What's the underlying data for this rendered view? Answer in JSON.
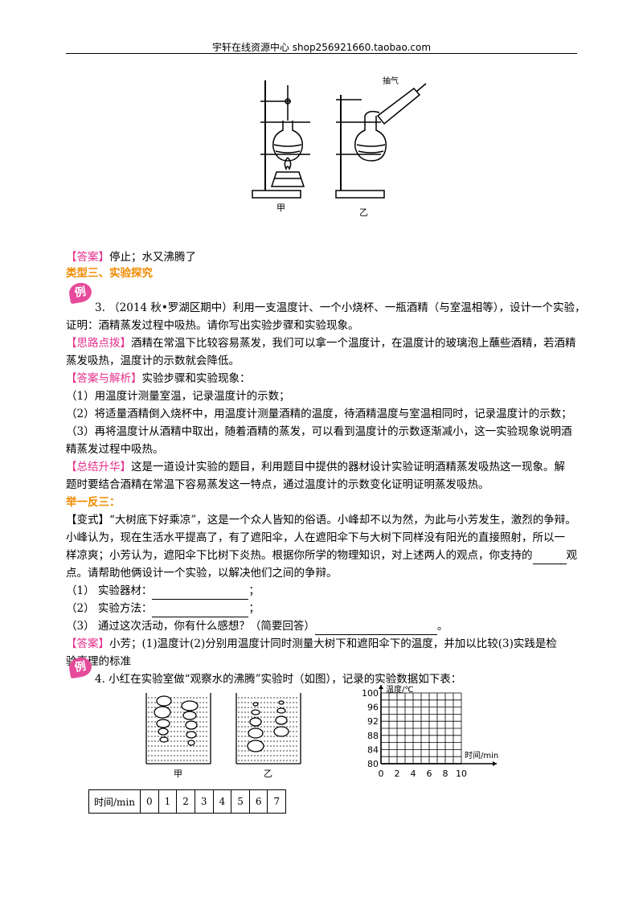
{
  "header": "宇轩在线资源中心   shop256921660.taobao.com",
  "fig1": {
    "label_jia": "甲",
    "label_yi": "乙",
    "choqi": "抽气"
  },
  "answer1": {
    "tag": "【答案】",
    "text": "停止；水又沸腾了"
  },
  "type3_title": "类型三、实验探究",
  "badge": "例",
  "q3": {
    "line1": "3. （2014 秋•罗湖区期中）利用一支温度计、一个小烧杯、一瓶酒精（与室温相等），设计一个实验，",
    "line2": "证明：酒精蒸发过程中吸热。请你写出实验步骤和实验现象。",
    "hint_tag": "【思路点拨】",
    "hint1": "酒精在常温下比较容易蒸发，我们可以拿一个温度计，在温度计的玻璃泡上蘸些酒精，若酒精",
    "hint2": "蒸发吸热，温度计的示数就会降低。",
    "ans_tag": "【答案与解析】",
    "ans0": "实验步骤和实验现象：",
    "ans1": "（1）用温度计测量室温，记录温度计的示数；",
    "ans2": "（2）将适量酒精倒入烧杯中，用温度计测量酒精的温度，待酒精温度与室温相同时，记录温度计的示数；",
    "ans3": "（3）再将温度计从酒精中取出，随着酒精的蒸发，可以看到温度计的示数逐渐减小，这一实验现象说明酒",
    "ans4": "精蒸发过程中吸热。",
    "sum_tag": "【总结升华】",
    "sum1": "这是一道设计实验的题目，利用题目中提供的器材设计实验证明酒精蒸发吸热这一现象。解",
    "sum2": "题时要结合酒精在常温下容易蒸发这一特点，通过温度计的示数变化证明证明蒸发吸热。"
  },
  "juyi": "举一反三：",
  "variant": {
    "l1": "【变式】“大树底下好乘凉”，这是一个众人皆知的俗语。小峰却不以为然，为此与小芳发生，激烈的争辩。",
    "l2": "小峰认为，现在生活水平提高了，有了遮阳伞，人在遮阳伞下与大树下同样没有阳光的直接照射，所以一",
    "l3a": "样凉爽；小芳认为，遮阳伞下比树下炎热。根据你所学的物理知识，对上述两人的观点，你支持的",
    "l3b": "观",
    "l4": "点。请帮助他俩设计一个实验，以解决他们之间的争辩。",
    "q1a": "（1） 实验器材：",
    "q1b": "；",
    "q2a": "（2） 实验方法：",
    "q2b": "；",
    "q3a": "（3） 通过这次活动，你有什么感想？（简要回答）",
    "q3b": "。",
    "ans_tag": "【答案】",
    "ans1": "小芳；(1)温度计(2)分别用温度计同时测量大树下和遮阳伞下的温度，并加以比较(3)实践是检",
    "ans2": "验真理的标准"
  },
  "q4": {
    "text": "4. 小红在实验室做“观察水的沸腾”实验时（如图），记录的实验数据如下表：",
    "label_jia": "甲",
    "label_yi": "乙",
    "table_header": "时间/min",
    "table_cells": [
      "0",
      "1",
      "2",
      "3",
      "4",
      "5",
      "6",
      "7"
    ]
  },
  "chart_data": {
    "type": "line",
    "title": "",
    "xlabel": "时间/min",
    "ylabel": "温度/℃",
    "x_ticks": [
      "0",
      "2",
      "4",
      "6",
      "8",
      "10"
    ],
    "y_ticks": [
      "100",
      "96",
      "92",
      "88",
      "84",
      "80"
    ],
    "xlim": [
      0,
      10
    ],
    "ylim": [
      80,
      100
    ],
    "grid": true,
    "series": []
  }
}
